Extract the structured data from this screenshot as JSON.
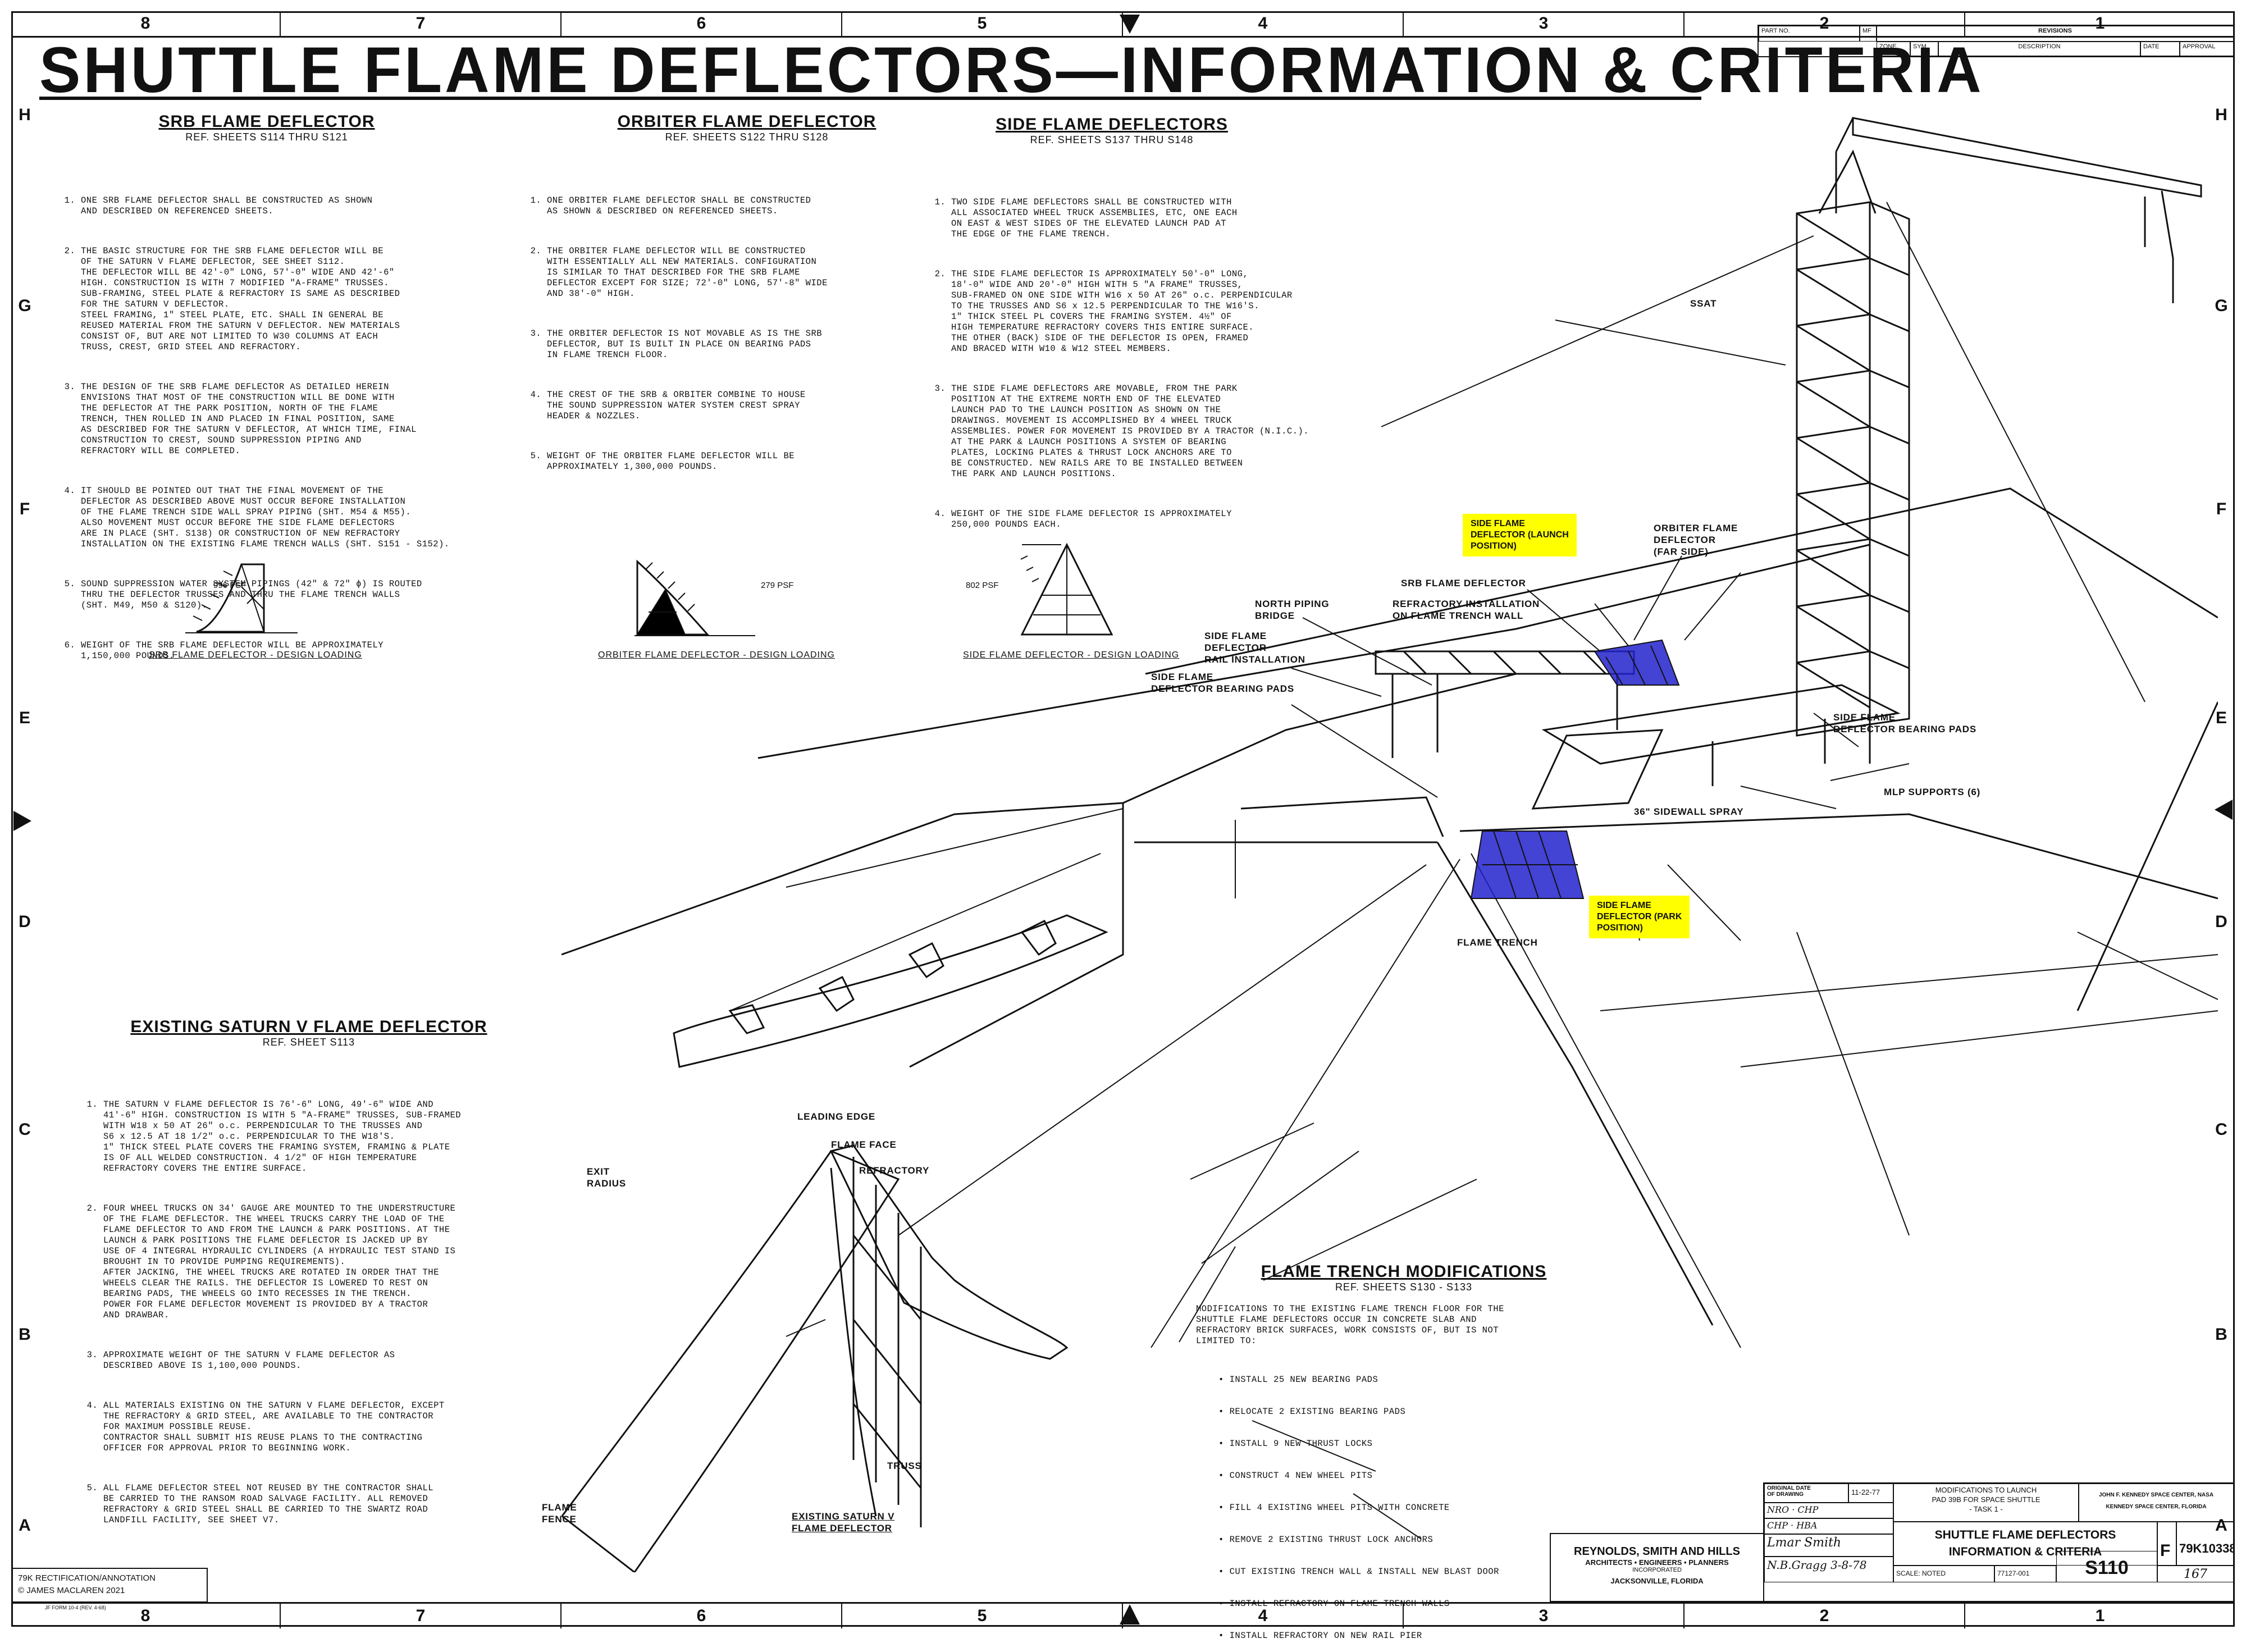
{
  "title": "SHUTTLE FLAME DEFLECTORS—INFORMATION & CRITERIA",
  "zones_horizontal": [
    "8",
    "7",
    "6",
    "5",
    "4",
    "3",
    "2",
    "1"
  ],
  "zones_vertical": [
    "H",
    "G",
    "F",
    "E",
    "D",
    "C",
    "B",
    "A"
  ],
  "srb": {
    "title": "SRB FLAME DEFLECTOR",
    "ref": "REF. SHEETS S114 THRU S121",
    "items": [
      "ONE SRB FLAME DEFLECTOR SHALL BE CONSTRUCTED AS SHOWN\nAND DESCRIBED ON REFERENCED SHEETS.",
      "THE BASIC STRUCTURE FOR THE SRB FLAME DEFLECTOR WILL BE\nOF THE SATURN V FLAME DEFLECTOR, SEE SHEET S112.\nTHE DEFLECTOR WILL BE 42'-0\" LONG, 57'-0\" WIDE AND 42'-6\"\nHIGH. CONSTRUCTION IS WITH 7 MODIFIED \"A-FRAME\" TRUSSES.\nSUB-FRAMING, STEEL PLATE & REFRACTORY IS SAME AS DESCRIBED\nFOR THE SATURN V DEFLECTOR.\nSTEEL FRAMING, 1\" STEEL PLATE, ETC. SHALL IN GENERAL BE\nREUSED MATERIAL FROM THE SATURN V DEFLECTOR. NEW MATERIALS\nCONSIST OF, BUT ARE NOT LIMITED TO W30 COLUMNS AT EACH\nTRUSS, CREST, GRID STEEL AND REFRACTORY.",
      "THE DESIGN OF THE SRB FLAME DEFLECTOR AS DETAILED HEREIN\nENVISIONS THAT MOST OF THE CONSTRUCTION WILL BE DONE WITH\nTHE DEFLECTOR AT THE PARK POSITION, NORTH OF THE FLAME\nTRENCH, THEN ROLLED IN AND PLACED IN FINAL POSITION, SAME\nAS DESCRIBED FOR THE SATURN V DEFLECTOR, AT WHICH TIME, FINAL\nCONSTRUCTION TO CREST, SOUND SUPPRESSION PIPING AND\nREFRACTORY WILL BE COMPLETED.",
      "IT SHOULD BE POINTED OUT THAT THE FINAL MOVEMENT OF THE\nDEFLECTOR AS DESCRIBED ABOVE MUST OCCUR BEFORE INSTALLATION\nOF THE FLAME TRENCH SIDE WALL SPRAY PIPING (SHT. M54 & M55).\nALSO MOVEMENT MUST OCCUR BEFORE THE SIDE FLAME DEFLECTORS\nARE IN PLACE (SHT. S138) OR CONSTRUCTION OF NEW REFRACTORY\nINSTALLATION ON THE EXISTING FLAME TRENCH WALLS (SHT. S151 - S152).",
      "SOUND SUPPRESSION WATER SYSTEM PIPINGS (42\" & 72\" ɸ) IS ROUTED\nTHRU THE DEFLECTOR TRUSSES AND THRU THE FLAME TRENCH WALLS\n(SHT. M49, M50 & S120).",
      "WEIGHT OF THE SRB FLAME DEFLECTOR WILL BE APPROXIMATELY\n1,150,000 POUNDS."
    ],
    "load": "996 PSF",
    "caption": "SRB FLAME DEFLECTOR - DESIGN LOADING"
  },
  "orbiter": {
    "title": "ORBITER FLAME DEFLECTOR",
    "ref": "REF. SHEETS S122 THRU S128",
    "items": [
      "ONE ORBITER FLAME DEFLECTOR SHALL BE CONSTRUCTED\nAS SHOWN & DESCRIBED ON REFERENCED SHEETS.",
      "THE ORBITER FLAME DEFLECTOR WILL BE CONSTRUCTED\nWITH ESSENTIALLY ALL NEW MATERIALS. CONFIGURATION\nIS SIMILAR TO THAT DESCRIBED FOR THE SRB FLAME\nDEFLECTOR EXCEPT FOR SIZE; 72'-0\" LONG, 57'-8\" WIDE\nAND 38'-0\" HIGH.",
      "THE ORBITER DEFLECTOR IS NOT MOVABLE AS IS THE SRB\nDEFLECTOR, BUT IS BUILT IN PLACE ON BEARING PADS\nIN FLAME TRENCH FLOOR.",
      "THE CREST OF THE SRB & ORBITER COMBINE TO HOUSE\nTHE SOUND SUPPRESSION WATER SYSTEM CREST SPRAY\nHEADER & NOZZLES.",
      "WEIGHT OF THE ORBITER FLAME DEFLECTOR WILL BE\nAPPROXIMATELY 1,300,000 POUNDS."
    ],
    "load": "279 PSF",
    "caption": "ORBITER FLAME DEFLECTOR - DESIGN LOADING"
  },
  "side": {
    "title": "SIDE FLAME DEFLECTORS",
    "ref": "REF. SHEETS S137 THRU S148",
    "items": [
      "TWO SIDE FLAME DEFLECTORS SHALL BE CONSTRUCTED WITH\nALL ASSOCIATED WHEEL TRUCK ASSEMBLIES, ETC, ONE EACH\nON EAST & WEST SIDES OF THE ELEVATED LAUNCH PAD AT\nTHE EDGE OF THE FLAME TRENCH.",
      "THE SIDE FLAME DEFLECTOR IS APPROXIMATELY 50'-0\" LONG,\n18'-0\" WIDE AND 20'-0\" HIGH WITH 5 \"A FRAME\" TRUSSES,\nSUB-FRAMED ON ONE SIDE WITH W16 x 50 AT 26\" o.c. PERPENDICULAR\nTO THE TRUSSES AND S6 x 12.5 PERPENDICULAR TO THE W16'S.\n1\" THICK STEEL PL COVERS THE FRAMING SYSTEM. 4½\" OF\nHIGH TEMPERATURE REFRACTORY COVERS THIS ENTIRE SURFACE.\nTHE OTHER (BACK) SIDE OF THE DEFLECTOR IS OPEN, FRAMED\nAND BRACED WITH W10 & W12 STEEL MEMBERS.",
      "THE SIDE FLAME DEFLECTORS ARE MOVABLE, FROM THE PARK\nPOSITION AT THE EXTREME NORTH END OF THE ELEVATED\nLAUNCH PAD TO THE LAUNCH POSITION AS SHOWN ON THE\nDRAWINGS. MOVEMENT IS ACCOMPLISHED BY 4 WHEEL TRUCK\nASSEMBLIES. POWER FOR MOVEMENT IS PROVIDED BY A TRACTOR (N.I.C.).\nAT THE PARK & LAUNCH POSITIONS A SYSTEM OF BEARING\nPLATES, LOCKING PLATES & THRUST LOCK ANCHORS ARE TO\nBE CONSTRUCTED. NEW RAILS ARE TO BE INSTALLED BETWEEN\nTHE PARK AND LAUNCH POSITIONS.",
      "WEIGHT OF THE SIDE FLAME DEFLECTOR IS APPROXIMATELY\n250,000 POUNDS EACH."
    ],
    "load": "802 PSF",
    "caption": "SIDE FLAME DEFLECTOR - DESIGN LOADING"
  },
  "saturn": {
    "title": "EXISTING SATURN V FLAME DEFLECTOR",
    "ref": "REF. SHEET S113",
    "items": [
      "THE SATURN V FLAME DEFLECTOR IS 76'-6\" LONG, 49'-6\" WIDE AND\n41'-6\" HIGH. CONSTRUCTION IS WITH 5 \"A-FRAME\" TRUSSES, SUB-FRAMED\nWITH W18 x 50 AT 26\" o.c. PERPENDICULAR TO THE TRUSSES AND\nS6 x 12.5 AT 18 1/2\" o.c. PERPENDICULAR TO THE W18'S.\n1\" THICK STEEL PLATE COVERS THE FRAMING SYSTEM, FRAMING & PLATE\nIS OF ALL WELDED CONSTRUCTION. 4 1/2\" OF HIGH TEMPERATURE\nREFRACTORY COVERS THE ENTIRE SURFACE.",
      "FOUR WHEEL TRUCKS ON 34' GAUGE ARE MOUNTED TO THE UNDERSTRUCTURE\nOF THE FLAME DEFLECTOR. THE WHEEL TRUCKS CARRY THE LOAD OF THE\nFLAME DEFLECTOR TO AND FROM THE LAUNCH & PARK POSITIONS. AT THE\nLAUNCH & PARK POSITIONS THE FLAME DEFLECTOR IS JACKED UP BY\nUSE OF 4 INTEGRAL HYDRAULIC CYLINDERS (A HYDRAULIC TEST STAND IS\nBROUGHT IN TO PROVIDE PUMPING REQUIREMENTS).\nAFTER JACKING, THE WHEEL TRUCKS ARE ROTATED IN ORDER THAT THE\nWHEELS CLEAR THE RAILS. THE DEFLECTOR IS LOWERED TO REST ON\nBEARING PADS, THE WHEELS GO INTO RECESSES IN THE TRENCH.\nPOWER FOR FLAME DEFLECTOR MOVEMENT IS PROVIDED BY A TRACTOR\nAND DRAWBAR.",
      "APPROXIMATE WEIGHT OF THE SATURN V FLAME DEFLECTOR AS\nDESCRIBED ABOVE IS 1,100,000 POUNDS.",
      "ALL MATERIALS EXISTING ON THE SATURN V FLAME DEFLECTOR, EXCEPT\nTHE REFRACTORY & GRID STEEL, ARE AVAILABLE TO THE CONTRACTOR\nFOR MAXIMUM POSSIBLE REUSE.\nCONTRACTOR SHALL SUBMIT HIS REUSE PLANS TO THE CONTRACTING\nOFFICER FOR APPROVAL PRIOR TO BEGINNING WORK.",
      "ALL FLAME DEFLECTOR STEEL NOT REUSED BY THE CONTRACTOR SHALL\nBE CARRIED TO THE RANSOM ROAD SALVAGE FACILITY. ALL REMOVED\nREFRACTORY & GRID STEEL SHALL BE CARRIED TO THE SWARTZ ROAD\nLANDFILL FACILITY, SEE SHEET V7."
    ]
  },
  "trench": {
    "title": "FLAME TRENCH MODIFICATIONS",
    "ref": "REF. SHEETS S130 - S133",
    "intro": "MODIFICATIONS TO THE EXISTING FLAME TRENCH FLOOR FOR THE\nSHUTTLE FLAME DEFLECTORS OCCUR IN CONCRETE SLAB AND\nREFRACTORY BRICK SURFACES, WORK CONSISTS OF, BUT IS NOT\nLIMITED TO:",
    "bullets": [
      "INSTALL 25 NEW BEARING PADS",
      "RELOCATE 2 EXISTING BEARING PADS",
      "INSTALL 9 NEW THRUST LOCKS",
      "CONSTRUCT 4 NEW WHEEL PITS",
      "FILL 4 EXISTING WHEEL PITS WITH CONCRETE",
      "REMOVE 2 EXISTING THRUST LOCK ANCHORS",
      "CUT EXISTING TRENCH WALL & INSTALL NEW BLAST DOOR",
      "INSTALL REFRACTORY ON FLAME TRENCH WALLS",
      "INSTALL REFRACTORY ON NEW RAIL PIER"
    ]
  },
  "labels": {
    "ssat": "SSAT",
    "side_launch": "SIDE FLAME\nDEFLECTOR (LAUNCH\nPOSITION)",
    "side_park": "SIDE FLAME\nDEFLECTOR (PARK\nPOSITION)",
    "orbiter_far": "ORBITER FLAME\nDEFLECTOR\n(FAR SIDE)",
    "srb_fd": "SRB FLAME DEFLECTOR",
    "refractory_install": "REFRACTORY INSTALLATION\nON FLAME TRENCH WALL",
    "north_bridge": "NORTH PIPING\nBRIDGE",
    "rail_install": "SIDE FLAME\nDEFLECTOR\nRAIL INSTALLATION",
    "bearing_pads_left": "SIDE FLAME\nDEFLECTOR BEARING PADS",
    "bearing_pads_right": "SIDE FLAME\nDEFLECTOR BEARING PADS",
    "mlp_supports": "MLP SUPPORTS (6)",
    "sidewall_spray": "36\" SIDEWALL SPRAY",
    "flame_trench": "FLAME TRENCH",
    "leading_edge": "LEADING EDGE",
    "flame_face": "FLAME FACE",
    "refractory": "REFRACTORY",
    "exit_radius": "EXIT\nRADIUS",
    "truss": "TRUSS",
    "flame_fence": "FLAME\nFENCE",
    "saturn_caption": "EXISTING SATURN V\nFLAME DEFLECTOR"
  },
  "revisions": {
    "header": "REVISIONS",
    "part_no": "PART NO.",
    "mf": "MF",
    "zone": "ZONE",
    "sym": "SYM",
    "description": "DESCRIPTION",
    "date": "DATE",
    "approval": "APPROVAL"
  },
  "title_block": {
    "firm": "REYNOLDS, SMITH AND HILLS",
    "firm_sub": "ARCHITECTS • ENGINEERS • PLANNERS",
    "firm_inc": "INCORPORATED",
    "firm_city": "JACKSONVILLE, FLORIDA",
    "original_date_label": "ORIGINAL DATE\nOF DRAWING",
    "original_date": "11-22-77",
    "mods": "MODIFICATIONS TO LAUNCH\nPAD 39B FOR SPACE SHUTTLE\n- TASK 1 -",
    "agency": "JOHN F. KENNEDY SPACE CENTER, NASA",
    "agency_loc": "KENNEDY SPACE CENTER, FLORIDA",
    "sheet_title": "SHUTTLE FLAME DEFLECTORS\nINFORMATION & CRITERIA",
    "size": "F",
    "dwg_no": "79K10338",
    "sheet": "S110",
    "sheet_count": "167",
    "scale": "SCALE: NOTED",
    "job": "77127-001",
    "sign_date": "3-8-78"
  },
  "annotation": "79K RECTIFICATION/ANNOTATION\n© JAMES MACLAREN 2021",
  "form_code": "JF FORM 10-4 (REV. 4-68)",
  "colors": {
    "highlight": "#ffff00",
    "deflector": "#2222cc",
    "ink": "#111111"
  }
}
